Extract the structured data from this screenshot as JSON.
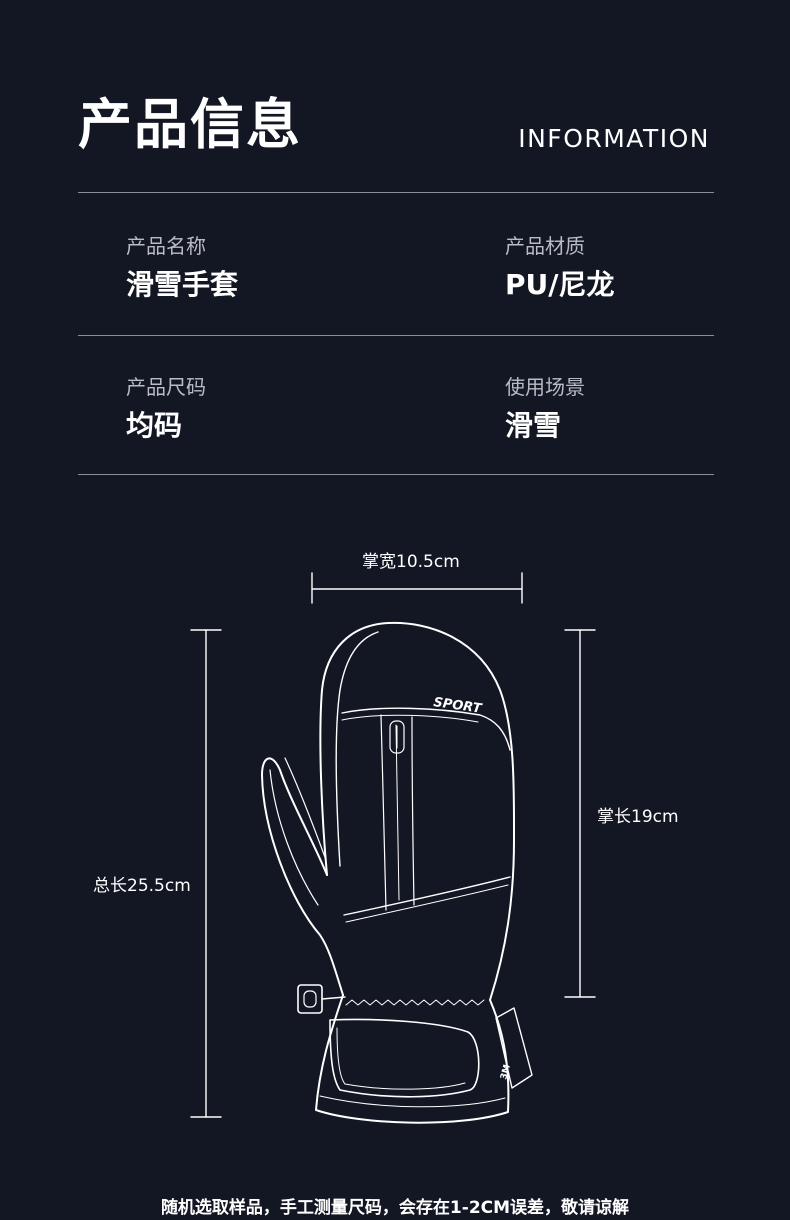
{
  "header": {
    "title": "产品信息",
    "subtitle": "INFORMATION"
  },
  "info_grid": [
    {
      "label": "产品名称",
      "value": "滑雪手套"
    },
    {
      "label": "产品材质",
      "value": "PU/尼龙"
    },
    {
      "label": "产品尺码",
      "value": "均码"
    },
    {
      "label": "使用场景",
      "value": "滑雪"
    }
  ],
  "dimensions": {
    "palm_width": "掌宽10.5cm",
    "palm_length": "掌长19cm",
    "total_length": "总长25.5cm"
  },
  "glove": {
    "brand_text": "SPORT",
    "tag_text": "3M"
  },
  "footer": {
    "note": "随机选取样品，手工测量尺码，会存在1-2CM误差，敬请谅解"
  }
}
